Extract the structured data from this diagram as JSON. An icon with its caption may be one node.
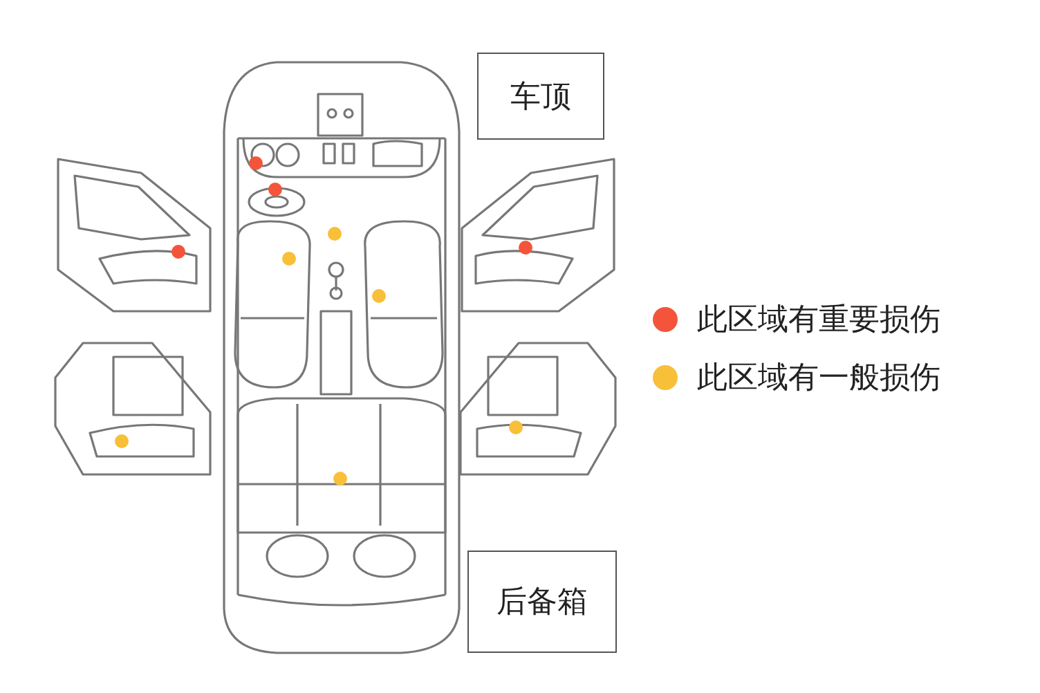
{
  "diagram": {
    "nodes": [
      {
        "text": [
          "车顶"
        ]
      },
      {
        "text": [
          "后备箱"
        ]
      }
    ],
    "legend": [
      {
        "text": "此区域有重要损伤",
        "color": "#f4553a"
      },
      {
        "text": "此区域有一般损伤",
        "color": "#f8bf38"
      }
    ]
  }
}
